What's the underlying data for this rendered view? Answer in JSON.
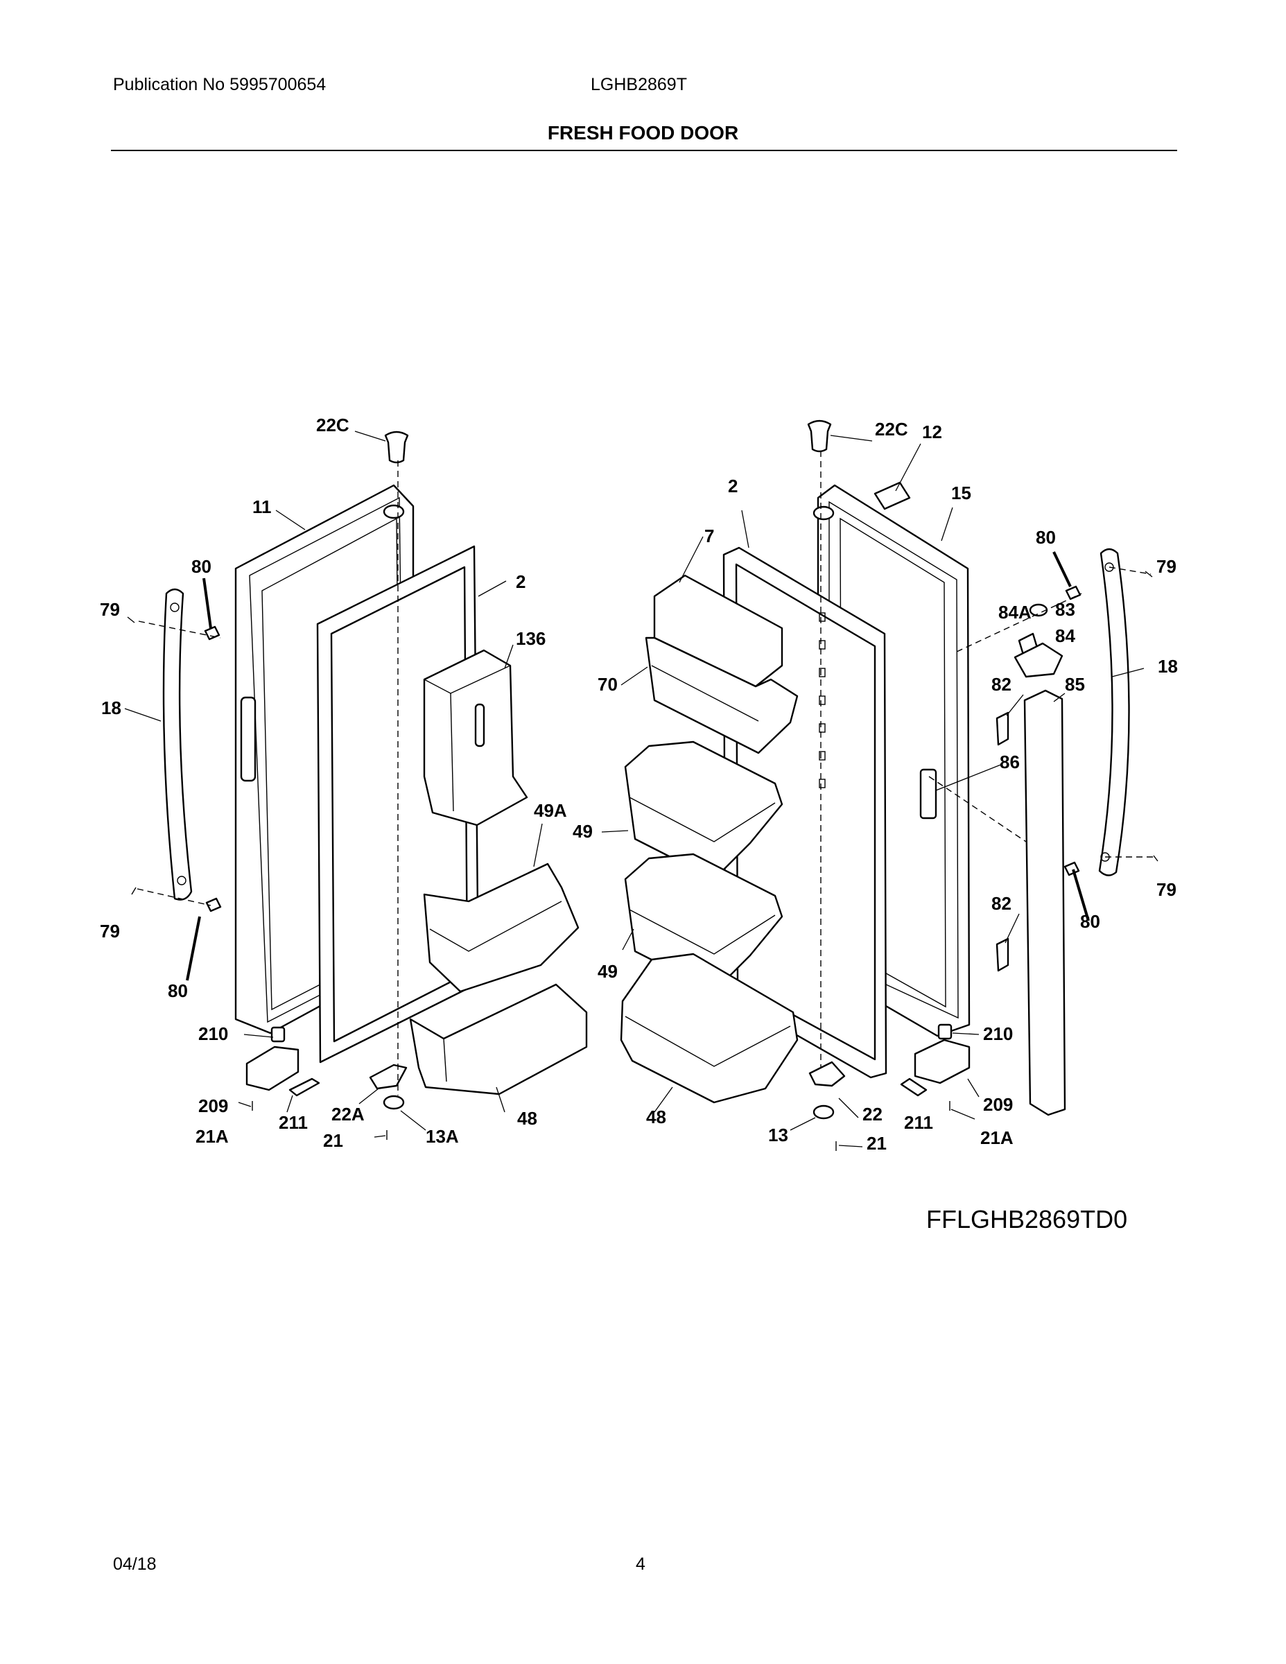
{
  "header": {
    "publication": "Publication No 5995700654",
    "model": "LGHB2869T",
    "title": "FRESH FOOD DOOR"
  },
  "figure_code": "FFLGHB2869TD0",
  "footer": {
    "date": "04/18",
    "page": "4"
  },
  "callouts": {
    "left_22c": "22C",
    "left_11": "11",
    "left_80_top": "80",
    "left_79_top": "79",
    "left_2": "2",
    "left_136": "136",
    "left_18": "18",
    "left_49a": "49A",
    "left_79_bottom": "79",
    "left_80_bottom": "80",
    "left_210": "210",
    "left_209": "209",
    "left_21a": "21A",
    "left_211": "211",
    "left_22a": "22A",
    "left_21": "21",
    "left_13a": "13A",
    "left_48": "48",
    "right_22c": "22C",
    "right_12": "12",
    "right_2": "2",
    "right_15": "15",
    "right_7": "7",
    "right_80_top": "80",
    "right_79_top": "79",
    "right_84a": "84A",
    "right_83": "83",
    "right_84": "84",
    "right_70": "70",
    "right_18": "18",
    "right_82_top": "82",
    "right_85": "85",
    "right_86": "86",
    "right_49_top": "49",
    "right_79_bottom": "79",
    "right_82_bottom": "82",
    "right_80_bottom": "80",
    "right_49_bottom": "49",
    "right_210": "210",
    "right_209": "209",
    "right_211": "211",
    "right_21a": "21A",
    "right_48": "48",
    "right_22": "22",
    "right_13": "13",
    "right_21": "21"
  }
}
